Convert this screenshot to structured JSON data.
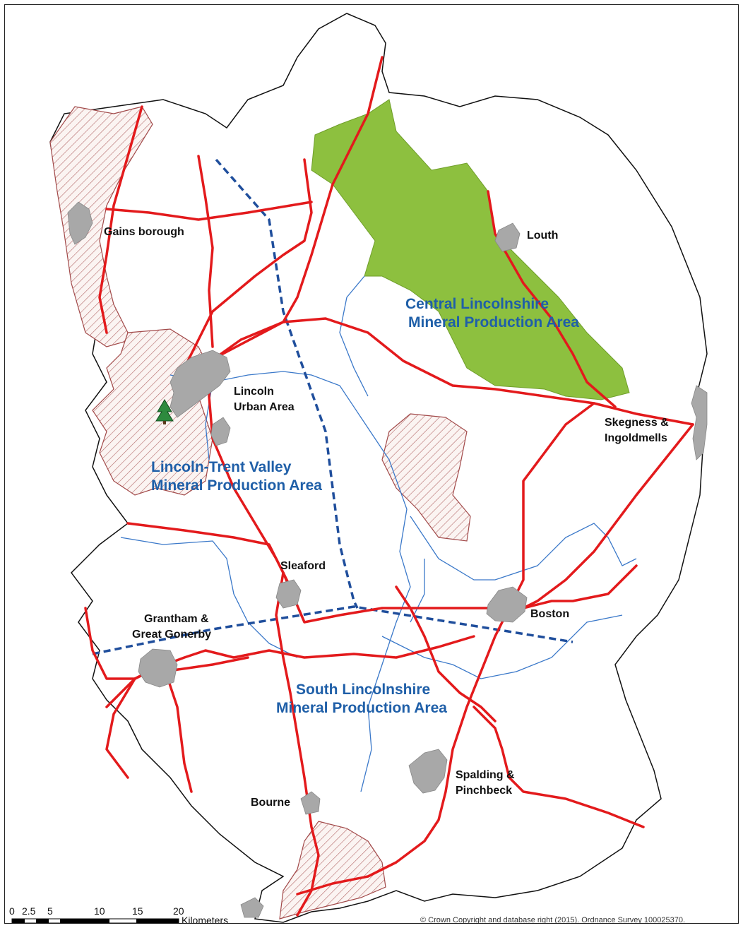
{
  "towns": {
    "gainsborough": "Gains borough",
    "louth": "Louth",
    "lincoln_1": "Lincoln",
    "lincoln_2": "Urban Area",
    "skegness_1": "Skegness &",
    "skegness_2": "Ingoldmells",
    "sleaford": "Sleaford",
    "boston": "Boston",
    "grantham_1": "Grantham &",
    "grantham_2": "Great Gonerby",
    "spalding_1": "Spalding &",
    "spalding_2": "Pinchbeck",
    "bourne": "Bourne"
  },
  "areas": {
    "central_1": "Central Lincolnshire",
    "central_2": "Mineral Production Area",
    "trent_1": "Lincoln-Trent Valley",
    "trent_2": "Mineral Production Area",
    "south_1": "South Lincolnshire",
    "south_2": "Mineral Production Area"
  },
  "scale_bar": {
    "ticks": [
      "0",
      "2.5",
      "5",
      "10",
      "15",
      "20"
    ],
    "unit": "Kilometers"
  },
  "copyright": "© Crown Copyright and database right (2015). Ordnance Survey 100025370.",
  "colors": {
    "roads": "#e31a1c",
    "rivers": "#3a78c9",
    "boundary_dashed": "#1f4e9c",
    "aonb": "#8dc03f",
    "hatched": "#a24a4a",
    "urban": "#a8a8a8",
    "area_label": "#1f5fa8"
  }
}
